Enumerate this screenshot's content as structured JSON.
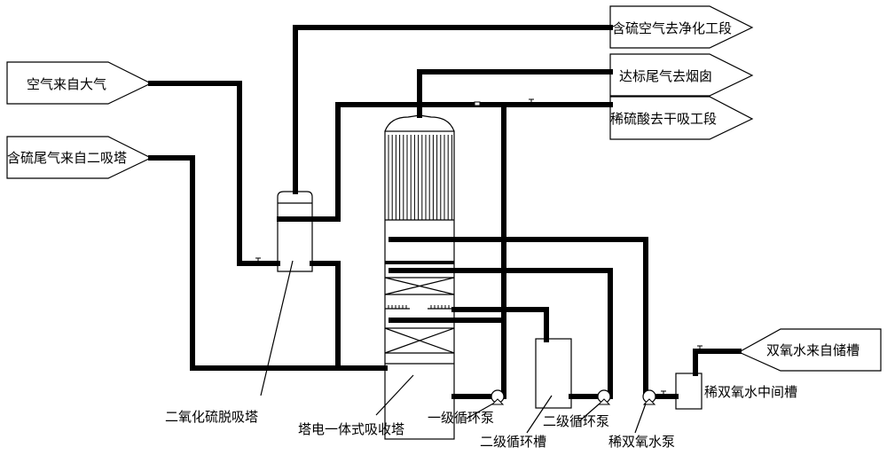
{
  "inputs": {
    "air_from_atmosphere": "空气来自大气",
    "tail_gas_from_absorber2": "含硫尾气来自二吸塔",
    "h2o2_from_storage": "双氧水来自储槽"
  },
  "outputs": {
    "sulfur_air_to_purification": "含硫空气去净化工段",
    "compliant_tail_gas_to_chimney": "达标尾气去烟囱",
    "dilute_acid_to_drying": "稀硫酸去干吸工段"
  },
  "equipment": {
    "so2_desorption_tower": "二氧化硫脱吸塔",
    "integrated_absorption_tower": "塔电一体式吸收塔",
    "primary_circulation_pump": "一级循环泵",
    "secondary_circulation_tank": "二级循环槽",
    "secondary_circulation_pump": "二级循环泵",
    "dilute_h2o2_pump": "稀双氧水泵",
    "dilute_h2o2_intermediate_tank": "稀双氧水中间槽"
  }
}
